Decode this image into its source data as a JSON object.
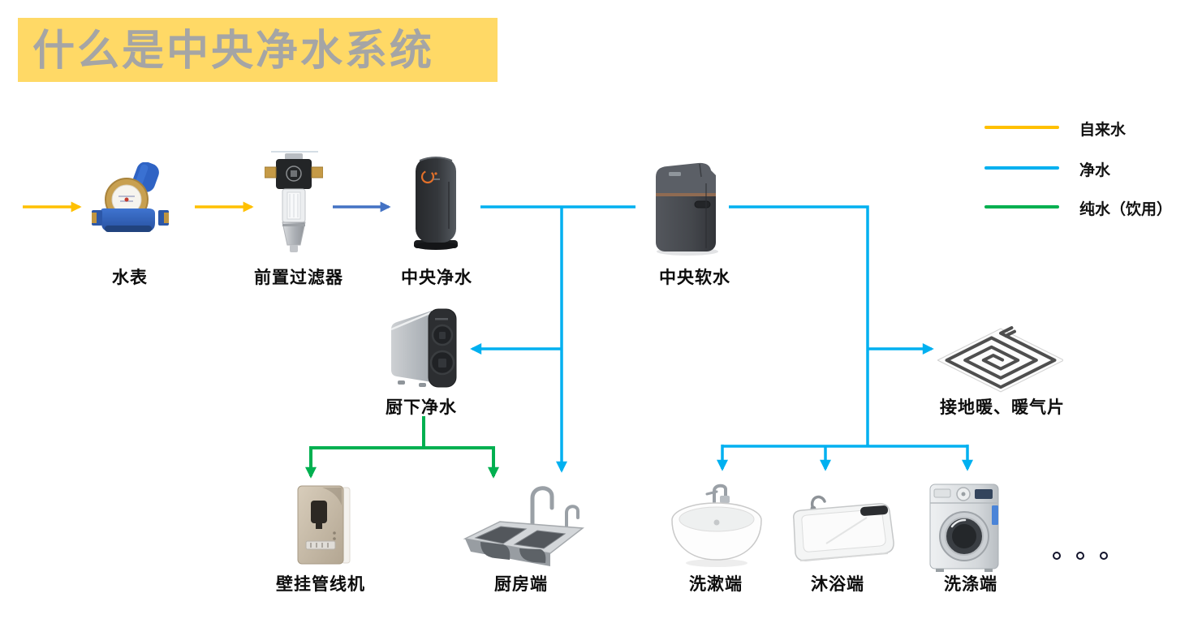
{
  "title": "什么是中央净水系统",
  "legend": {
    "items": [
      {
        "label": "自来水",
        "color": "#FFC000"
      },
      {
        "label": "净水",
        "color": "#00B0F0"
      },
      {
        "label": "纯水（饮用）",
        "color": "#00B050"
      }
    ]
  },
  "nodes": [
    {
      "id": "water-meter",
      "label": "水表"
    },
    {
      "id": "pre-filter",
      "label": "前置过滤器"
    },
    {
      "id": "central-purifier",
      "label": "中央净水"
    },
    {
      "id": "central-softener",
      "label": "中央软水"
    },
    {
      "id": "under-sink-purifier",
      "label": "厨下净水"
    },
    {
      "id": "floor-heating",
      "label": "接地暖、暖气片"
    },
    {
      "id": "wall-dispenser",
      "label": "壁挂管线机"
    },
    {
      "id": "kitchen",
      "label": "厨房端"
    },
    {
      "id": "washbasin",
      "label": "洗漱端"
    },
    {
      "id": "bath",
      "label": "沐浴端"
    },
    {
      "id": "laundry",
      "label": "洗涤端"
    }
  ],
  "edges": [
    {
      "from": "supply",
      "to": "water-meter",
      "type": "tap-water"
    },
    {
      "from": "water-meter",
      "to": "pre-filter",
      "type": "tap-water"
    },
    {
      "from": "pre-filter",
      "to": "central-purifier",
      "type": "purified-water"
    },
    {
      "from": "central-purifier",
      "to": "central-softener",
      "type": "purified-water"
    },
    {
      "from": "central-purifier",
      "to": "under-sink-purifier",
      "type": "purified-water"
    },
    {
      "from": "central-purifier",
      "to": "kitchen",
      "type": "purified-water"
    },
    {
      "from": "under-sink-purifier",
      "to": "wall-dispenser",
      "type": "pure-water"
    },
    {
      "from": "under-sink-purifier",
      "to": "kitchen",
      "type": "pure-water"
    },
    {
      "from": "central-softener",
      "to": "floor-heating",
      "type": "purified-water"
    },
    {
      "from": "central-softener",
      "to": "washbasin",
      "type": "purified-water"
    },
    {
      "from": "central-softener",
      "to": "bath",
      "type": "purified-water"
    },
    {
      "from": "central-softener",
      "to": "laundry",
      "type": "purified-water"
    }
  ],
  "colors": {
    "title_bg": "#FFD966",
    "title_text": "#A5A5A5",
    "tap_water": "#FFC000",
    "purified_water": "#00B0F0",
    "pure_water": "#00B050",
    "filter_arrow": "#4472C4"
  },
  "ellipsis": {
    "dot_count": 3
  }
}
